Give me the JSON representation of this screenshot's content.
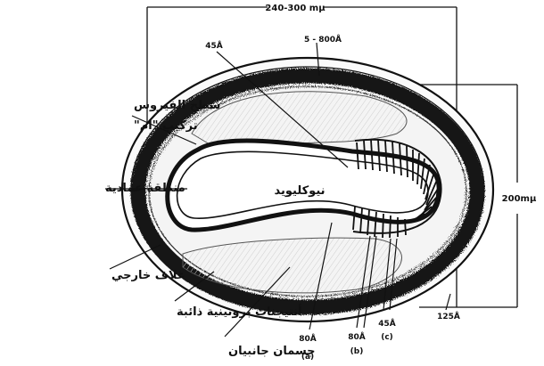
{
  "diagram": {
    "labels": {
      "width_dimension": "240-300 mμ",
      "height_dimension": "200mμ",
      "dim_45A_top": "45Å",
      "dim_5_800A": "5 - 800Å",
      "dim_80A_a": "80Å",
      "dim_80A_b": "80Å",
      "dim_45A_c": "45Å",
      "dim_125A": "125Å",
      "sub_a": "(a)",
      "sub_b": "(b)",
      "sub_c": "(c)",
      "nucleoid": "نيوكليويد",
      "surface_line1": "سطح الفيروس",
      "surface_line2": "تركيب \"ام\"",
      "palisade": "منطقة عمادية",
      "outer_envelope": "غلاف خارجي",
      "soluble_antigens": "أنتيجنات بروتينية ذائبة",
      "lateral_bodies": "جسمان جانبيان"
    }
  }
}
